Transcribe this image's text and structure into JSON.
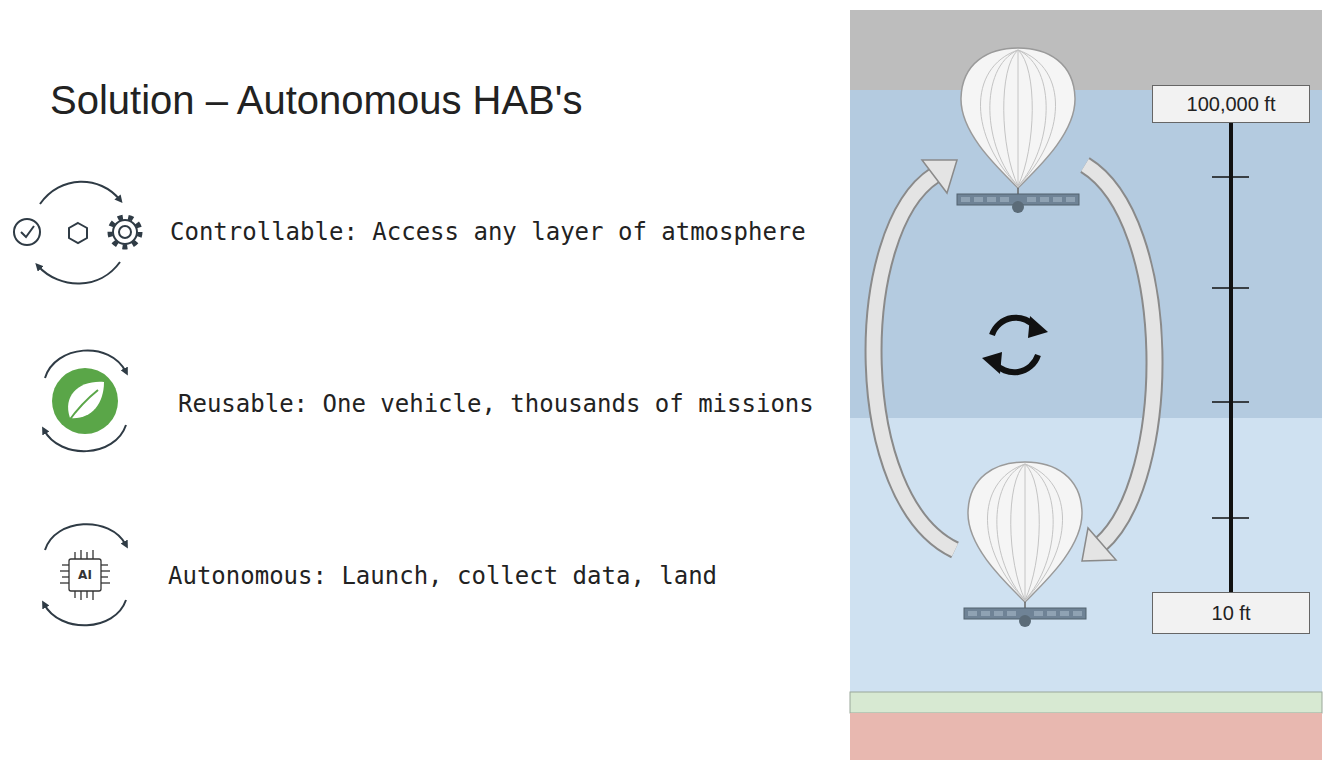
{
  "diagram": {
    "title": "Solution – Autonomous HAB's",
    "nodes": [
      {
        "text": [
          "100,000 ft"
        ]
      },
      {
        "text": [
          "10 ft"
        ]
      }
    ],
    "edges": [
      {
        "from": 0,
        "to": 1,
        "arrow": "none"
      }
    ],
    "labels": [
      "Controllable: Access any layer of atmosphere",
      "Reusable: One vehicle, thousands of missions",
      "AI",
      "Autonomous: Launch, collect data, land"
    ]
  }
}
